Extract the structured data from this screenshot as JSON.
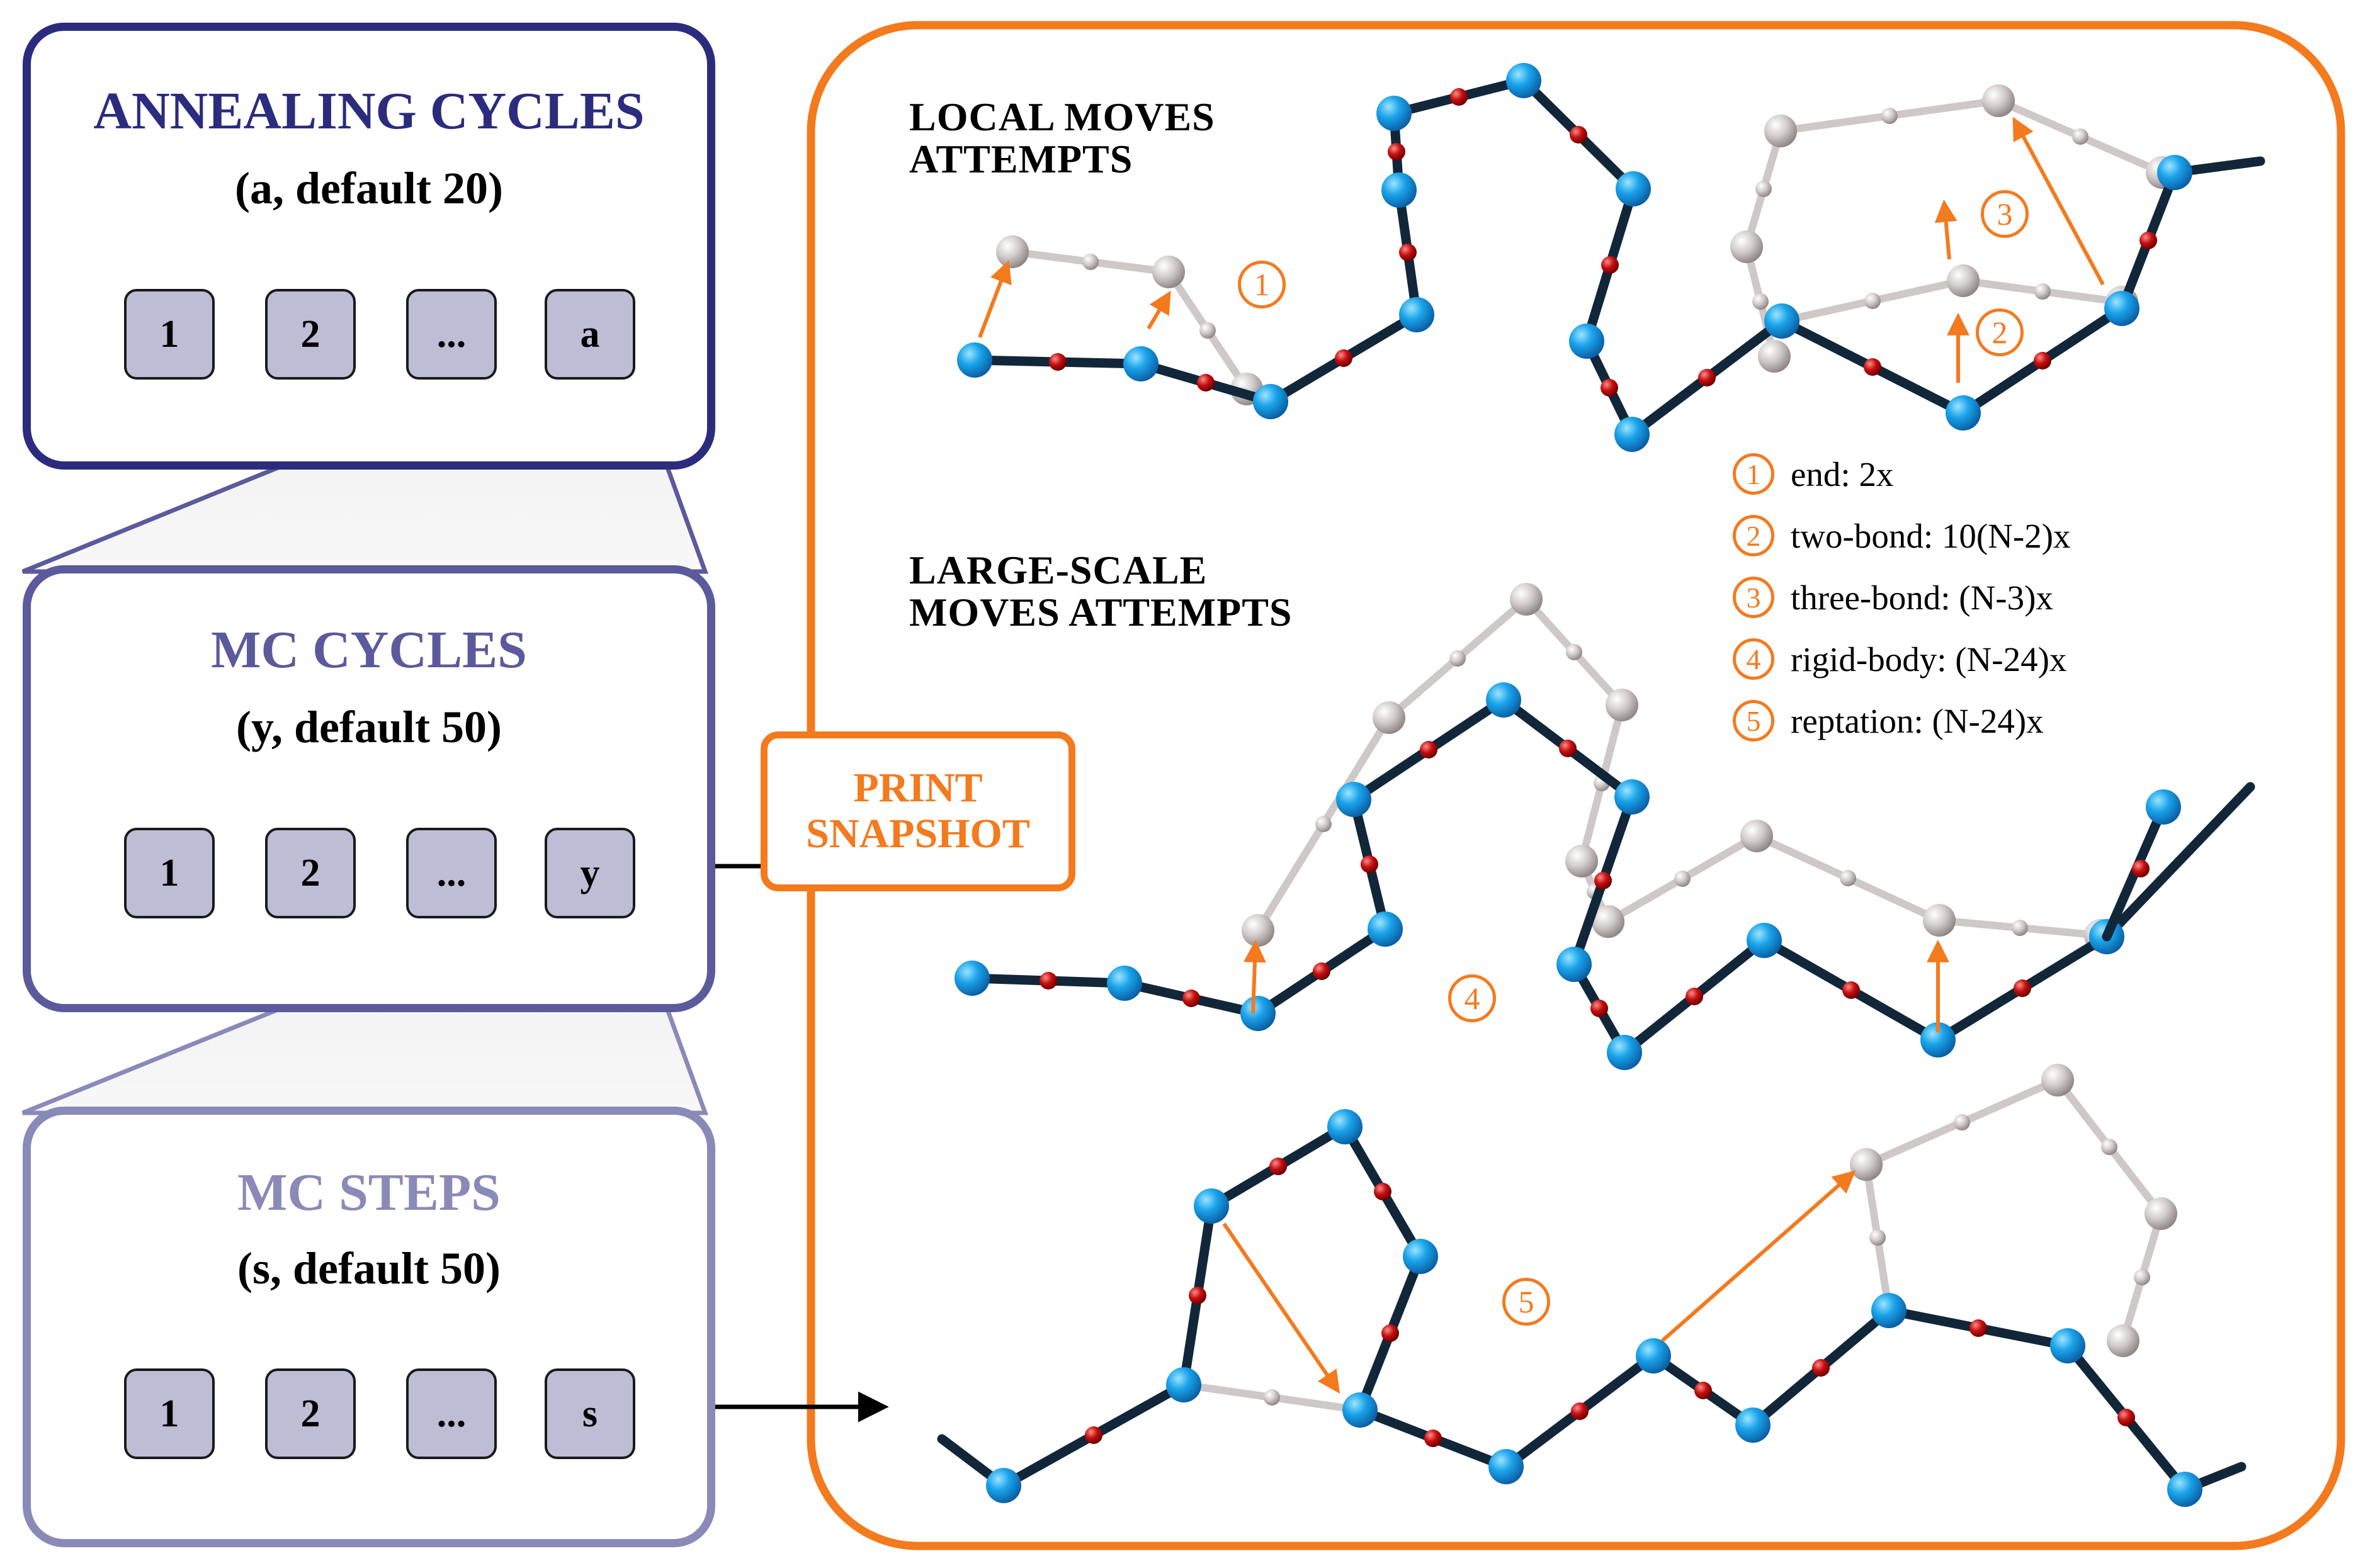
{
  "annealing": {
    "title": "ANNEALING CYCLES",
    "subtitle": "(a, default 20)",
    "boxes": [
      "1",
      "2",
      "...",
      "a"
    ]
  },
  "mc_cycles": {
    "title": "MC CYCLES",
    "subtitle": "(y, default 50)",
    "boxes": [
      "1",
      "2",
      "...",
      "y"
    ]
  },
  "mc_steps": {
    "title": "MC STEPS",
    "subtitle": "(s, default 50)",
    "boxes": [
      "1",
      "2",
      "...",
      "s"
    ]
  },
  "print_snapshot": {
    "line1": "PRINT",
    "line2": "SNAPSHOT"
  },
  "local_moves": {
    "line1": "LOCAL MOVES",
    "line2": "ATTEMPTS"
  },
  "large_moves": {
    "line1": "LARGE-SCALE",
    "line2": "MOVES ATTEMPTS"
  },
  "legend": [
    {
      "num": "1",
      "text": "end: 2x"
    },
    {
      "num": "2",
      "text": "two-bond: 10(N-2)x"
    },
    {
      "num": "3",
      "text": "three-bond: (N-3)x"
    },
    {
      "num": "4",
      "text": "rigid-body: (N-24)x"
    },
    {
      "num": "5",
      "text": "reptation: (N-24)x"
    }
  ],
  "markers": [
    "1",
    "2",
    "3",
    "4",
    "5"
  ],
  "colors": {
    "annealing": "#2b2c7d",
    "mc_cycles": "#5a5a9c",
    "mc_steps": "#8a8ab8",
    "box_fill": "#bdbdd6",
    "accent": "#f47a1e",
    "bead_blue": "#1aa3ea",
    "bead_red": "#c40f0f",
    "bead_gray": "#cfc8c8",
    "bond": "#12263a"
  }
}
